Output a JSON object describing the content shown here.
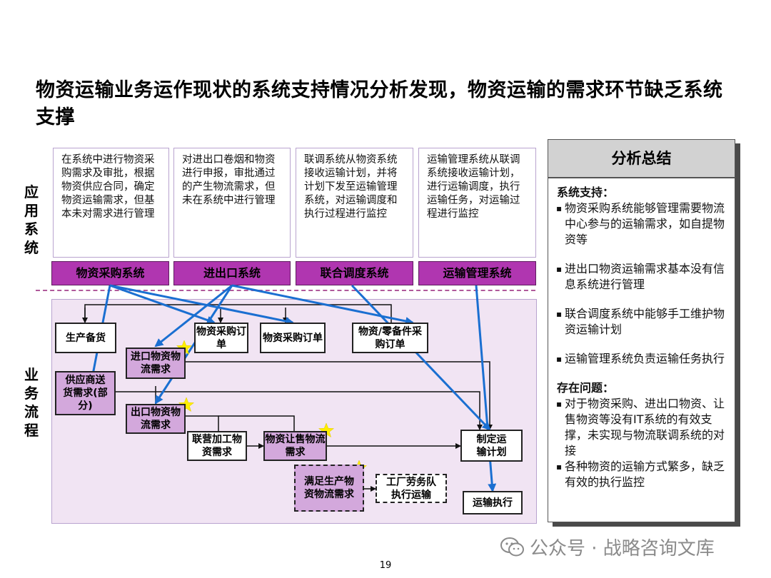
{
  "title": "物资运输业务运作现状的系统支持情况分析发现，物资运输的需求环节缺乏系统支撑",
  "labels": {
    "app_layer": "应用系统",
    "business_layer": "业务流程"
  },
  "descriptions": [
    "在系统中进行物资采购需求及审批，根据物资供应合同，确定物资运输需求，但基本未对需求进行管理",
    "对进出口卷烟和物资进行申报，审批通过的产生物流需求，但未在系统中进行管理",
    "联调系统从物资系统接收运输计划，并将计划下发至运输管理系统，对运输调度和执行过程进行监控",
    "运输管理系统从联调系统接收运输计划，进行运输调度，执行运输任务，对运输过程进行监控"
  ],
  "systems": [
    "物资采购系统",
    "进出口系统",
    "联合调度系统",
    "运输管理系统"
  ],
  "process": {
    "production_prep": "生产备货",
    "purchase_order": "物资采购订单",
    "material_purchase_order": "物资采购订单",
    "spare_parts_order": "物资/零备件采购订单",
    "import_demand": "进口物资物流需求",
    "supplier_delivery": "供应商送货需求(部分)",
    "export_demand": "出口物资物流需求",
    "joint_processing": "联营加工物资需求",
    "transfer_sale": "物资让售物流需求",
    "plan_transport": "制定运输计划",
    "production_demand": "满足生产物资物流需求",
    "factory_labor": "工厂劳务队执行运输",
    "transport_exec": "运输执行"
  },
  "summary": {
    "heading": "分析总结",
    "support_title": "系统支持：",
    "support_items": [
      "物资采购系统能够管理需要物流中心参与的运输需求，如自提物资等",
      "进出口物资运输需求基本没有信息系统进行管理",
      "联合调度系统中能够手工维护物资运输计划",
      "运输管理系统负责运输任务执行"
    ],
    "issue_title": "存在问题：",
    "issue_items": [
      "对于物资采购、进出口物资、让售物资等没有IT系统的有效支撑，未实现与物流联调系统的对接",
      "各种物资的运输方式繁多，缺乏有效的执行监控"
    ]
  },
  "page_number": "19",
  "watermark": "公众号 · 战略咨询文库",
  "colors": {
    "system_fill": "#b036b0",
    "process_bg": "#f1e4f3",
    "arrow_blue": "#1a6fd1",
    "star": "#ffee00"
  }
}
